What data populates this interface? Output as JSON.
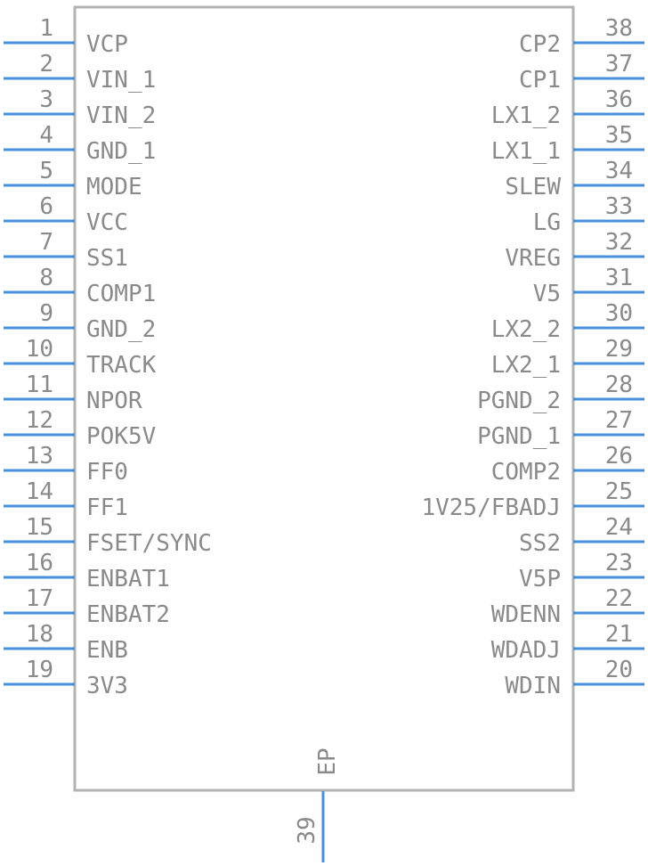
{
  "left_pins": [
    {
      "num": "1",
      "name": "VCP"
    },
    {
      "num": "2",
      "name": "VIN_1"
    },
    {
      "num": "3",
      "name": "VIN_2"
    },
    {
      "num": "4",
      "name": "GND_1"
    },
    {
      "num": "5",
      "name": "MODE"
    },
    {
      "num": "6",
      "name": "VCC"
    },
    {
      "num": "7",
      "name": "SS1"
    },
    {
      "num": "8",
      "name": "COMP1"
    },
    {
      "num": "9",
      "name": "GND_2"
    },
    {
      "num": "10",
      "name": "TRACK"
    },
    {
      "num": "11",
      "name": "NPOR"
    },
    {
      "num": "12",
      "name": "POK5V"
    },
    {
      "num": "13",
      "name": "FF0"
    },
    {
      "num": "14",
      "name": "FF1"
    },
    {
      "num": "15",
      "name": "FSET/SYNC"
    },
    {
      "num": "16",
      "name": "ENBAT1"
    },
    {
      "num": "17",
      "name": "ENBAT2"
    },
    {
      "num": "18",
      "name": "ENB"
    },
    {
      "num": "19",
      "name": "3V3"
    }
  ],
  "right_pins": [
    {
      "num": "38",
      "name": "CP2"
    },
    {
      "num": "37",
      "name": "CP1"
    },
    {
      "num": "36",
      "name": "LX1_2"
    },
    {
      "num": "35",
      "name": "LX1_1"
    },
    {
      "num": "34",
      "name": "SLEW"
    },
    {
      "num": "33",
      "name": "LG"
    },
    {
      "num": "32",
      "name": "VREG"
    },
    {
      "num": "31",
      "name": "V5"
    },
    {
      "num": "30",
      "name": "LX2_2"
    },
    {
      "num": "29",
      "name": "LX2_1"
    },
    {
      "num": "28",
      "name": "PGND_2"
    },
    {
      "num": "27",
      "name": "PGND_1"
    },
    {
      "num": "26",
      "name": "COMP2"
    },
    {
      "num": "25",
      "name": "1V25/FBADJ"
    },
    {
      "num": "24",
      "name": "SS2"
    },
    {
      "num": "23",
      "name": "V5P"
    },
    {
      "num": "22",
      "name": "WDENN"
    },
    {
      "num": "21",
      "name": "WDADJ"
    },
    {
      "num": "20",
      "name": "WDIN"
    }
  ],
  "bottom_pin": {
    "num": "39",
    "name": "EP"
  }
}
